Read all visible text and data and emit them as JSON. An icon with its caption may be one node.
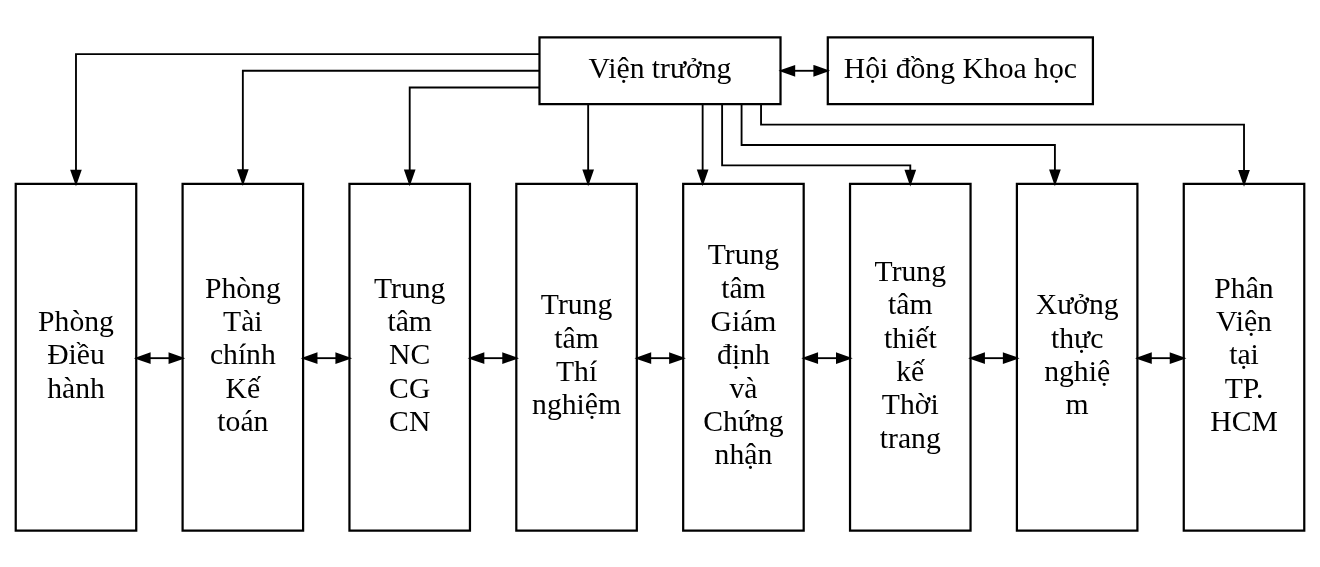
{
  "diagram": {
    "nodes": [
      {
        "text": [
          "Viện trưởng"
        ]
      },
      {
        "text": [
          "Hội đồng Khoa học"
        ]
      },
      {
        "text": [
          "Phòng Điều hành"
        ]
      },
      {
        "text": [
          "Phòng Tài chính Kế toán"
        ]
      },
      {
        "text": [
          "Trung tâm NC CG CN"
        ]
      },
      {
        "text": [
          "Trung tâm Thí nghiệm"
        ]
      },
      {
        "text": [
          "Trung tâm Giám định và Chứng nhận"
        ]
      },
      {
        "text": [
          "Trung tâm thiết kế Thời trang"
        ]
      },
      {
        "text": [
          "Xưởng thực nghiệ m"
        ]
      },
      {
        "text": [
          "Phân Viện tại TP. HCM"
        ]
      }
    ],
    "edges": [
      {
        "from": 0,
        "to": 1,
        "arrow": "both"
      },
      {
        "from": 0,
        "to": 2,
        "arrow": "to"
      },
      {
        "from": 0,
        "to": 3,
        "arrow": "to"
      },
      {
        "from": 0,
        "to": 4,
        "arrow": "to"
      },
      {
        "from": 0,
        "to": 5,
        "arrow": "to"
      },
      {
        "from": 0,
        "to": 6,
        "arrow": "to"
      },
      {
        "from": 0,
        "to": 7,
        "arrow": "to"
      },
      {
        "from": 0,
        "to": 8,
        "arrow": "to"
      },
      {
        "from": 0,
        "to": 9,
        "arrow": "to"
      },
      {
        "from": 2,
        "to": 3,
        "arrow": "both"
      },
      {
        "from": 3,
        "to": 4,
        "arrow": "both"
      },
      {
        "from": 4,
        "to": 5,
        "arrow": "both"
      },
      {
        "from": 5,
        "to": 6,
        "arrow": "both"
      },
      {
        "from": 6,
        "to": 7,
        "arrow": "both"
      },
      {
        "from": 7,
        "to": 8,
        "arrow": "both"
      },
      {
        "from": 8,
        "to": 9,
        "arrow": "both"
      }
    ]
  }
}
